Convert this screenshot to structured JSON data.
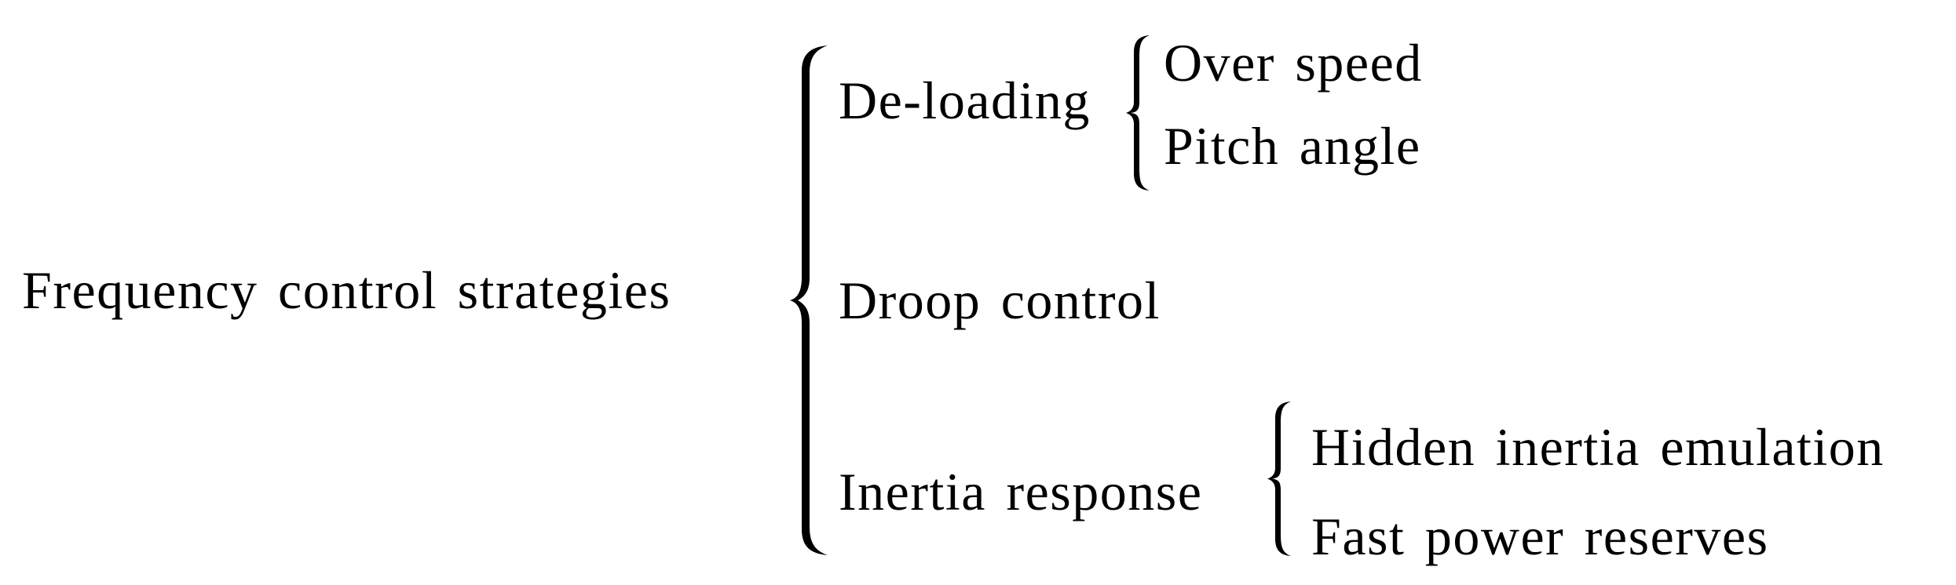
{
  "diagram": {
    "type": "brace-tree",
    "root": {
      "label": "Frequency control strategies"
    },
    "branches": [
      {
        "label": "De-loading",
        "children": [
          {
            "label": "Over speed"
          },
          {
            "label": "Pitch angle"
          }
        ]
      },
      {
        "label": "Droop control",
        "children": []
      },
      {
        "label": "Inertia response",
        "children": [
          {
            "label": "Hidden inertia emulation"
          },
          {
            "label": "Fast power reserves"
          }
        ]
      }
    ],
    "colors": {
      "text": "#000000",
      "background": "#ffffff"
    }
  }
}
